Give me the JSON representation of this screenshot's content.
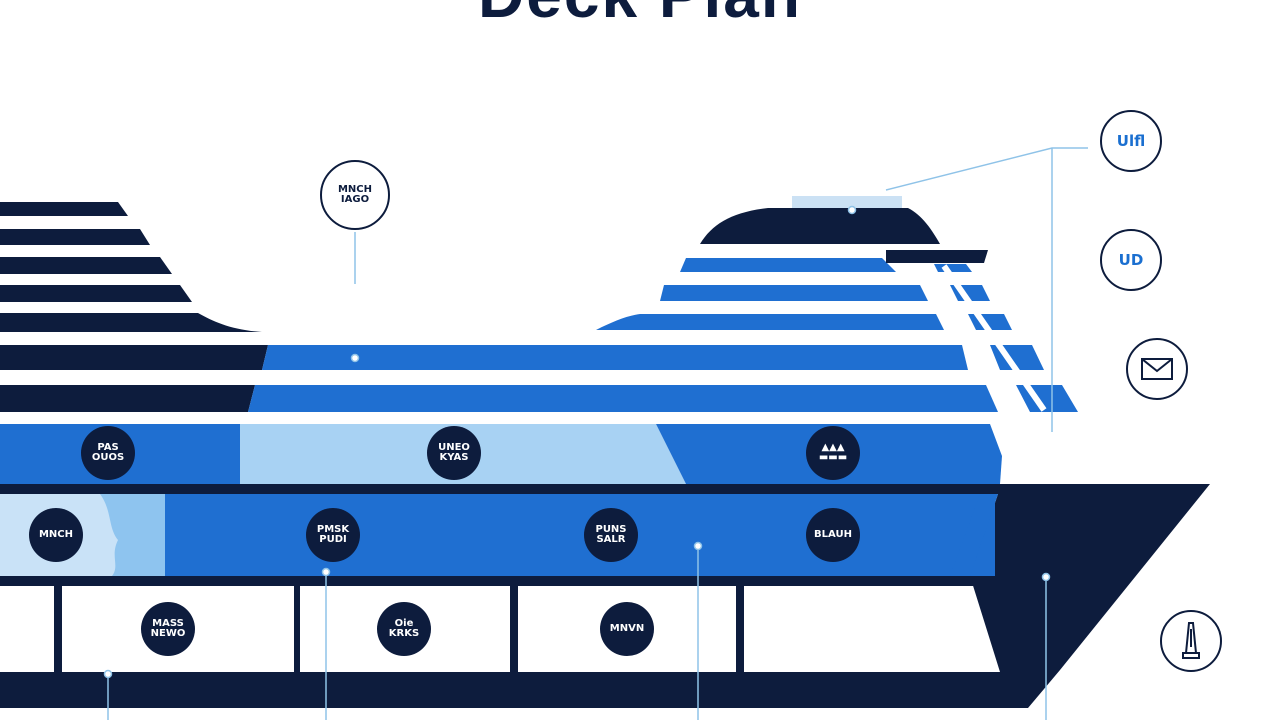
{
  "title": "Deck Plan",
  "colors": {
    "navy": "#0d1c3d",
    "blue": "#1f6fd1",
    "light_blue": "#8ec4ef",
    "pale_blue": "#c9e2f7",
    "leader": "#8fc3e8"
  },
  "top_callout": {
    "label": "MNCH\nIAGO",
    "icon": "info-badge"
  },
  "deck_badges": {
    "upper": [
      {
        "label": "PAS\nOUOS"
      },
      {
        "label": "UNEO\nKYAS"
      },
      {
        "label": "▲▲▲\n▬▬▬"
      }
    ],
    "middle": [
      {
        "label": "MNCH"
      },
      {
        "label": "PMSK\nPUDI"
      },
      {
        "label": "PUNS\nSALR"
      },
      {
        "label": "BLAUH"
      }
    ],
    "lower": [
      {
        "label": "MASS\nNEWO"
      },
      {
        "label": "Oie\nKRKS"
      },
      {
        "label": "MNVN"
      }
    ]
  },
  "side_icons": [
    {
      "label": "Ulfl",
      "icon": "bars-icon"
    },
    {
      "label": "UD",
      "icon": "tower-icon"
    },
    {
      "label": "",
      "icon": "envelope-icon"
    },
    {
      "label": "",
      "icon": "lighthouse-icon"
    }
  ]
}
